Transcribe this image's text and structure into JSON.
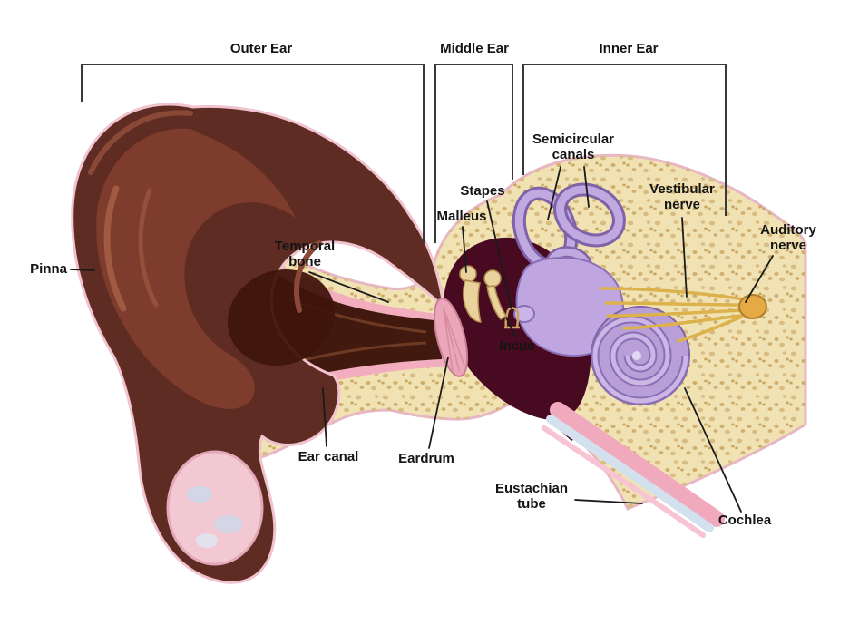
{
  "figure": {
    "type": "anatomical-diagram",
    "subject": "Human ear cross-section",
    "regions": [
      {
        "label": "Outer Ear"
      },
      {
        "label": "Middle Ear"
      },
      {
        "label": "Inner Ear"
      }
    ],
    "labels": {
      "pinna": "Pinna",
      "temporal_bone": "Temporal bone",
      "ear_canal": "Ear canal",
      "eardrum": "Eardrum",
      "malleus": "Malleus",
      "incus": "Incus",
      "stapes": "Stapes",
      "semicircular_canals": "Semicircular canals",
      "vestibular_nerve": "Vestibular nerve",
      "auditory_nerve": "Auditory nerve",
      "eustachian_tube": "Eustachian tube",
      "cochlea": "Cochlea"
    },
    "palette": {
      "background": "#ffffff",
      "bone": "#f1e2b4",
      "bone_stipple": "#d3b678",
      "skin": "#f2aebf",
      "pinna_dark": "#5f2c23",
      "pinna_mid": "#7e3c2d",
      "canal_dark": "#42190e",
      "cavity": "#470a20",
      "eardrum": "#eba6ba",
      "ossicle": "#e9d29c",
      "inner_ear": "#b89fd8",
      "inner_ear_light": "#cbb6e6",
      "nerve": "#dcb24c",
      "tube_blue": "#d3e1ef",
      "label_text": "#141414",
      "line": "#1a1a1a"
    }
  }
}
